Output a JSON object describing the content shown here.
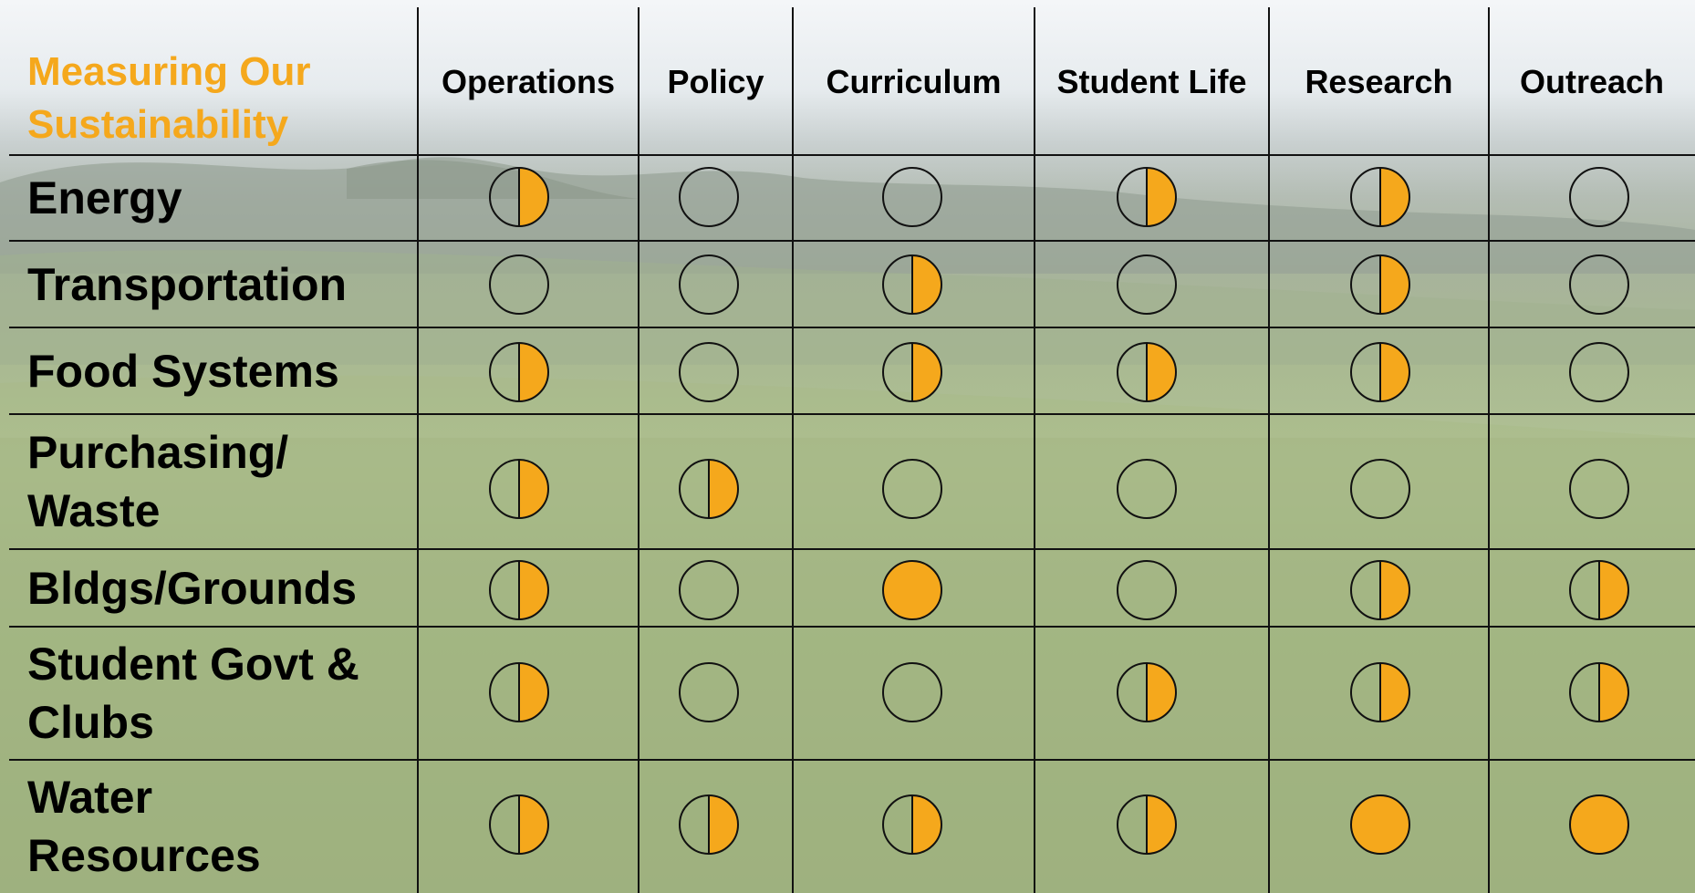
{
  "title": [
    "Measuring Our",
    "Sustainability"
  ],
  "columns": [
    "Operations",
    "Policy",
    "Curriculum",
    "Student Life",
    "Research",
    "Outreach"
  ],
  "rows": [
    {
      "label": [
        "Energy"
      ],
      "ratings": [
        "half",
        "empty",
        "empty",
        "half",
        "half",
        "empty"
      ]
    },
    {
      "label": [
        "Transportation"
      ],
      "ratings": [
        "empty",
        "empty",
        "half",
        "empty",
        "half",
        "empty"
      ]
    },
    {
      "label": [
        "Food Systems"
      ],
      "ratings": [
        "half",
        "empty",
        "half",
        "half",
        "half",
        "empty"
      ]
    },
    {
      "label": [
        "Purchasing/",
        "Waste"
      ],
      "ratings": [
        "half",
        "half",
        "empty",
        "empty",
        "empty",
        "empty"
      ]
    },
    {
      "label": [
        "Bldgs/Grounds"
      ],
      "ratings": [
        "half",
        "empty",
        "full",
        "empty",
        "half",
        "half"
      ]
    },
    {
      "label": [
        "Student Govt &",
        "Clubs"
      ],
      "ratings": [
        "half",
        "empty",
        "empty",
        "half",
        "half",
        "half"
      ]
    },
    {
      "label": [
        "Water",
        "Resources"
      ],
      "ratings": [
        "half",
        "half",
        "half",
        "half",
        "full",
        "full"
      ]
    }
  ],
  "colors": {
    "accent": "#f5a81c",
    "line": "#111111",
    "text": "#000000"
  },
  "icons": {
    "empty": "empty-circle-icon",
    "half": "half-filled-circle-icon",
    "full": "filled-circle-icon"
  }
}
